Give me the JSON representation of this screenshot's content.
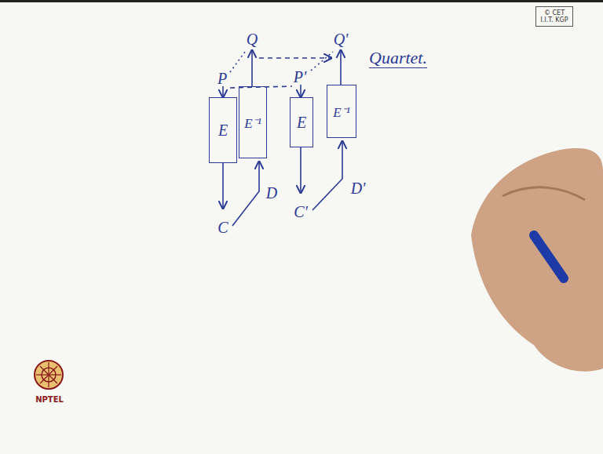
{
  "diagram": {
    "title": "Quartet.",
    "nodes": [
      {
        "text": [
          "E"
        ]
      },
      {
        "text": [
          "E⁻¹"
        ]
      },
      {
        "text": [
          "E"
        ]
      },
      {
        "text": [
          "E⁻¹"
        ]
      },
      {
        "text": [
          "© CET I.I.T. KGP"
        ]
      }
    ],
    "labels": [
      "P",
      "Q",
      "P'",
      "Q'",
      "C",
      "D",
      "C'",
      "D'",
      "NPTEL"
    ]
  }
}
